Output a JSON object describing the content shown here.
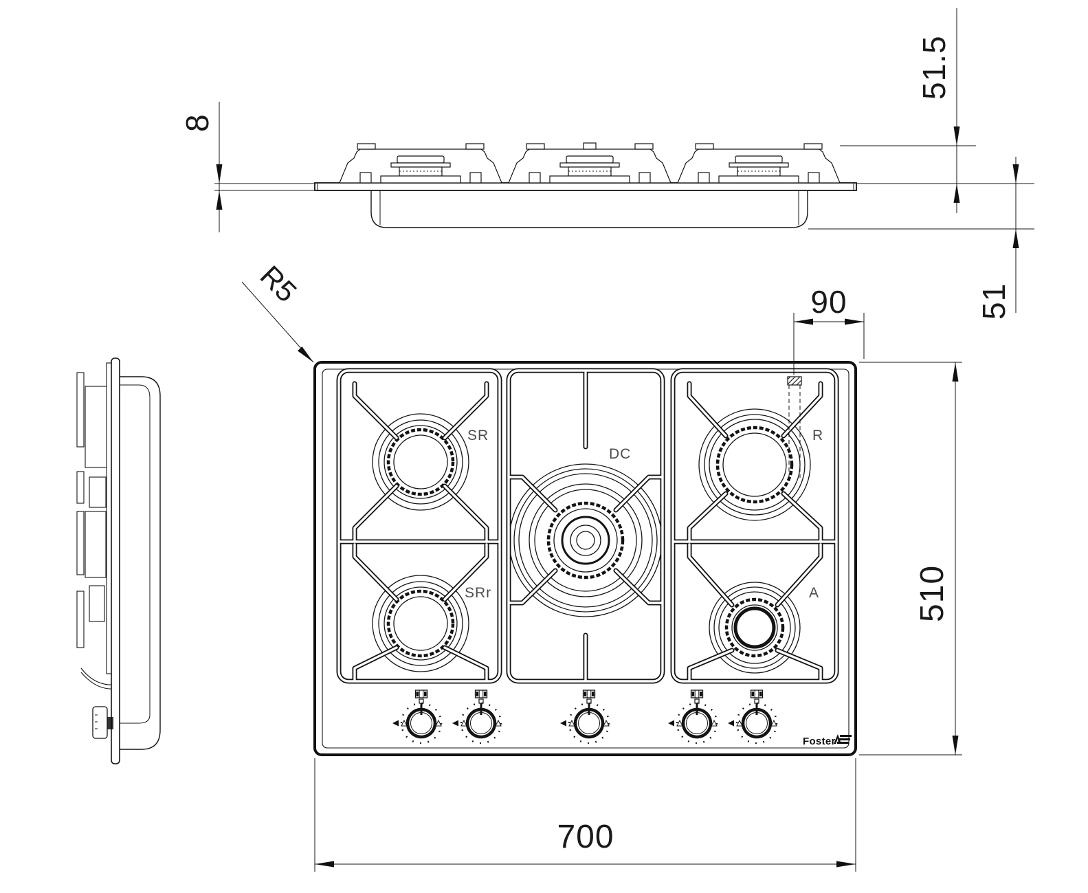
{
  "brand": "Foster",
  "drawing_type": "gas-hob installation drawing",
  "dimensions": {
    "overall_width": "700",
    "overall_depth": "510",
    "cutout_offset": "90",
    "height_above_top": "51.5",
    "height_below_top": "51",
    "glass_thickness": "8",
    "corner_radius": "R5"
  },
  "burners": [
    {
      "id": "semi-rapid",
      "label": "SR"
    },
    {
      "id": "semi-rapid-reduced",
      "label": "SRr"
    },
    {
      "id": "double-crown",
      "label": "DC"
    },
    {
      "id": "rapid",
      "label": "R"
    },
    {
      "id": "auxiliary",
      "label": "A"
    }
  ],
  "knobs": {
    "count": 5
  }
}
